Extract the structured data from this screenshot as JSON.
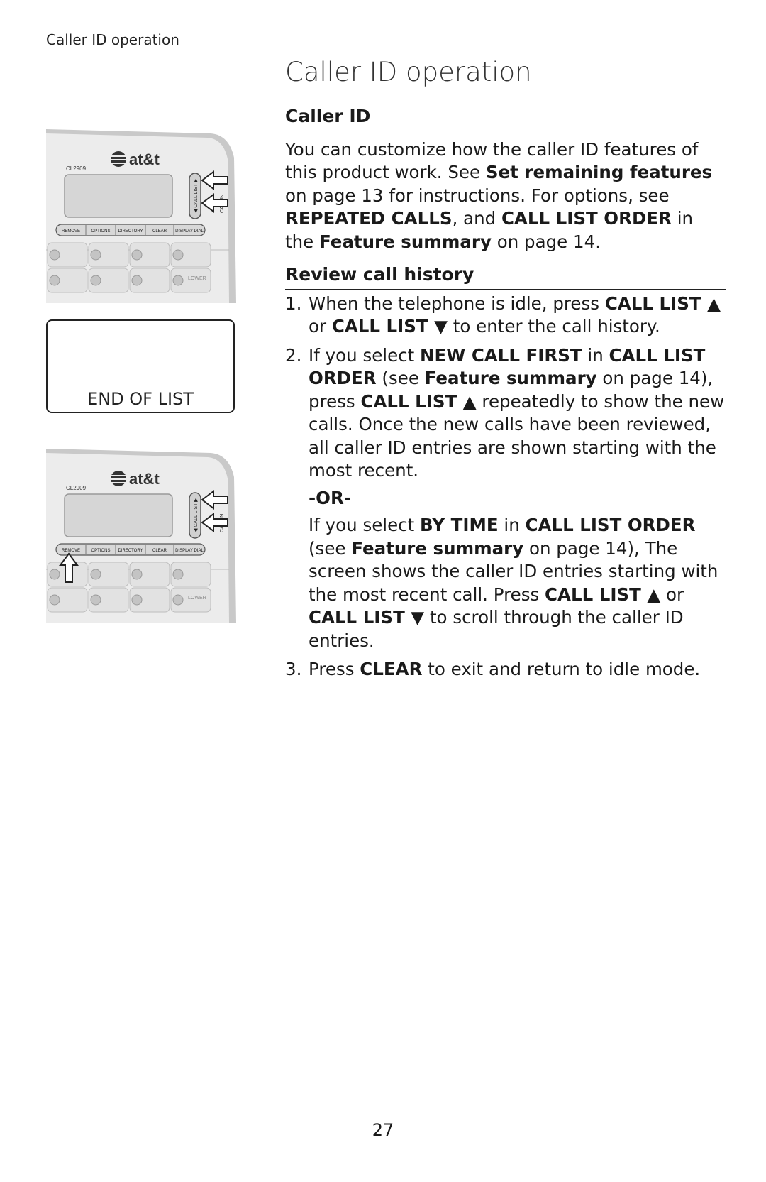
{
  "running_head": "Caller ID operation",
  "page_title": "Caller ID operation",
  "caller_id": {
    "heading": "Caller ID",
    "intro": [
      {
        "t": "You can customize how the caller ID features of this product work. See "
      },
      {
        "t": "Set remaining features",
        "b": true
      },
      {
        "t": " on page 13 for instructions. For options, see "
      },
      {
        "t": "REPEATED CALLS",
        "b": true
      },
      {
        "t": ", and "
      },
      {
        "t": "CALL LIST ORDER",
        "b": true
      },
      {
        "t": " in the "
      },
      {
        "t": "Feature summary",
        "b": true
      },
      {
        "t": " on page 14."
      }
    ]
  },
  "review": {
    "heading": "Review call history",
    "steps": [
      {
        "num": "1.",
        "paras": [
          [
            {
              "t": "When the telephone is idle, press "
            },
            {
              "t": "CALL LIST ▲",
              "b": true
            },
            {
              "t": " or "
            },
            {
              "t": "CALL LIST ▼",
              "b": true
            },
            {
              "t": " to enter the call history."
            }
          ]
        ]
      },
      {
        "num": "2.",
        "paras": [
          [
            {
              "t": "If you select "
            },
            {
              "t": "NEW CALL FIRST",
              "b": true
            },
            {
              "t": " in "
            },
            {
              "t": "CALL LIST ORDER",
              "b": true
            },
            {
              "t": " (see "
            },
            {
              "t": "Feature summary",
              "b": true
            },
            {
              "t": " on page 14), press "
            },
            {
              "t": "CALL LIST ▲",
              "b": true
            },
            {
              "t": " repeatedly to show the new calls. Once the new calls have been reviewed, all caller ID entries are shown starting with the most recent."
            }
          ],
          "-OR-",
          [
            {
              "t": "If you select "
            },
            {
              "t": "BY TIME",
              "b": true
            },
            {
              "t": " in "
            },
            {
              "t": "CALL LIST ORDER",
              "b": true
            },
            {
              "t": " (see "
            },
            {
              "t": "Feature summary",
              "b": true
            },
            {
              "t": " on page 14), The screen shows the caller ID entries starting with the most recent call. Press "
            },
            {
              "t": "CALL LIST ▲",
              "b": true
            },
            {
              "t": " or "
            },
            {
              "t": "CALL LIST ▼",
              "b": true
            },
            {
              "t": " to scroll through the caller ID entries."
            }
          ]
        ]
      },
      {
        "num": "3.",
        "paras": [
          [
            {
              "t": "Press "
            },
            {
              "t": "CLEAR",
              "b": true
            },
            {
              "t": " to exit and return to idle mode."
            }
          ]
        ]
      }
    ]
  },
  "phone": {
    "brand": "at&t",
    "model": "CL2909",
    "call_list_label": "CALL LIST",
    "call_info_label": "CALL IN",
    "lower_label": "LOWER",
    "buttons": [
      "REMOVE",
      "OPTIONS",
      "DIRECTORY",
      "CLEAR",
      "DISPLAY DIAL"
    ]
  },
  "screen_display": "END OF LIST",
  "page_number": "27"
}
